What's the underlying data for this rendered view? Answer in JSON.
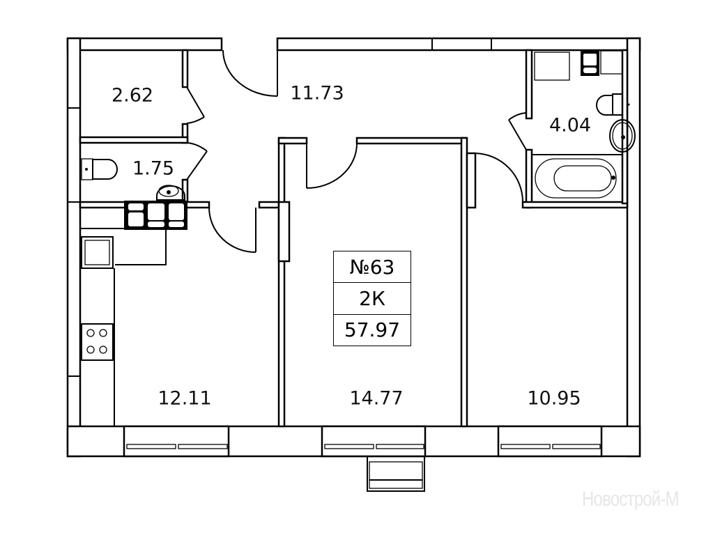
{
  "apartment": {
    "number": "№63",
    "type": "2К",
    "total_area": "57.97"
  },
  "rooms": [
    {
      "id": "storage",
      "area": "2.62"
    },
    {
      "id": "hall",
      "area": "11.73"
    },
    {
      "id": "bathroom",
      "area": "4.04"
    },
    {
      "id": "wc",
      "area": "1.75"
    },
    {
      "id": "kitchen",
      "area": "12.11"
    },
    {
      "id": "bedroom-middle",
      "area": "14.77"
    },
    {
      "id": "bedroom-right",
      "area": "10.95"
    }
  ],
  "watermark": "Новострой-М"
}
